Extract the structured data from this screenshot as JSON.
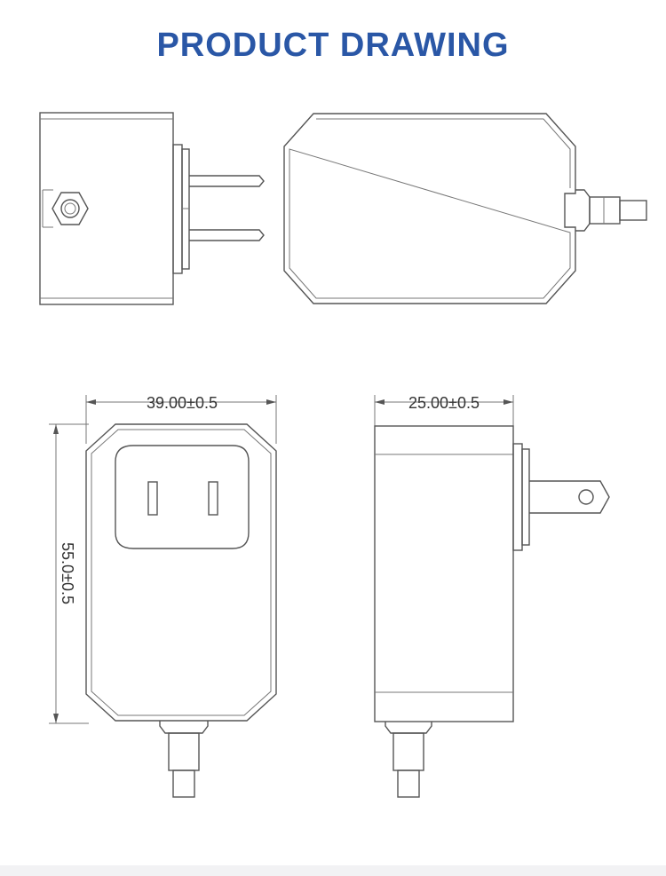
{
  "page": {
    "title": "PRODUCT DRAWING"
  },
  "colors": {
    "title": "#2a57a6",
    "line": "#555555"
  },
  "dimensions": {
    "front_width": "39.00±0.5",
    "front_height": "55.0±0.5",
    "side_depth": "25.00±0.5"
  }
}
